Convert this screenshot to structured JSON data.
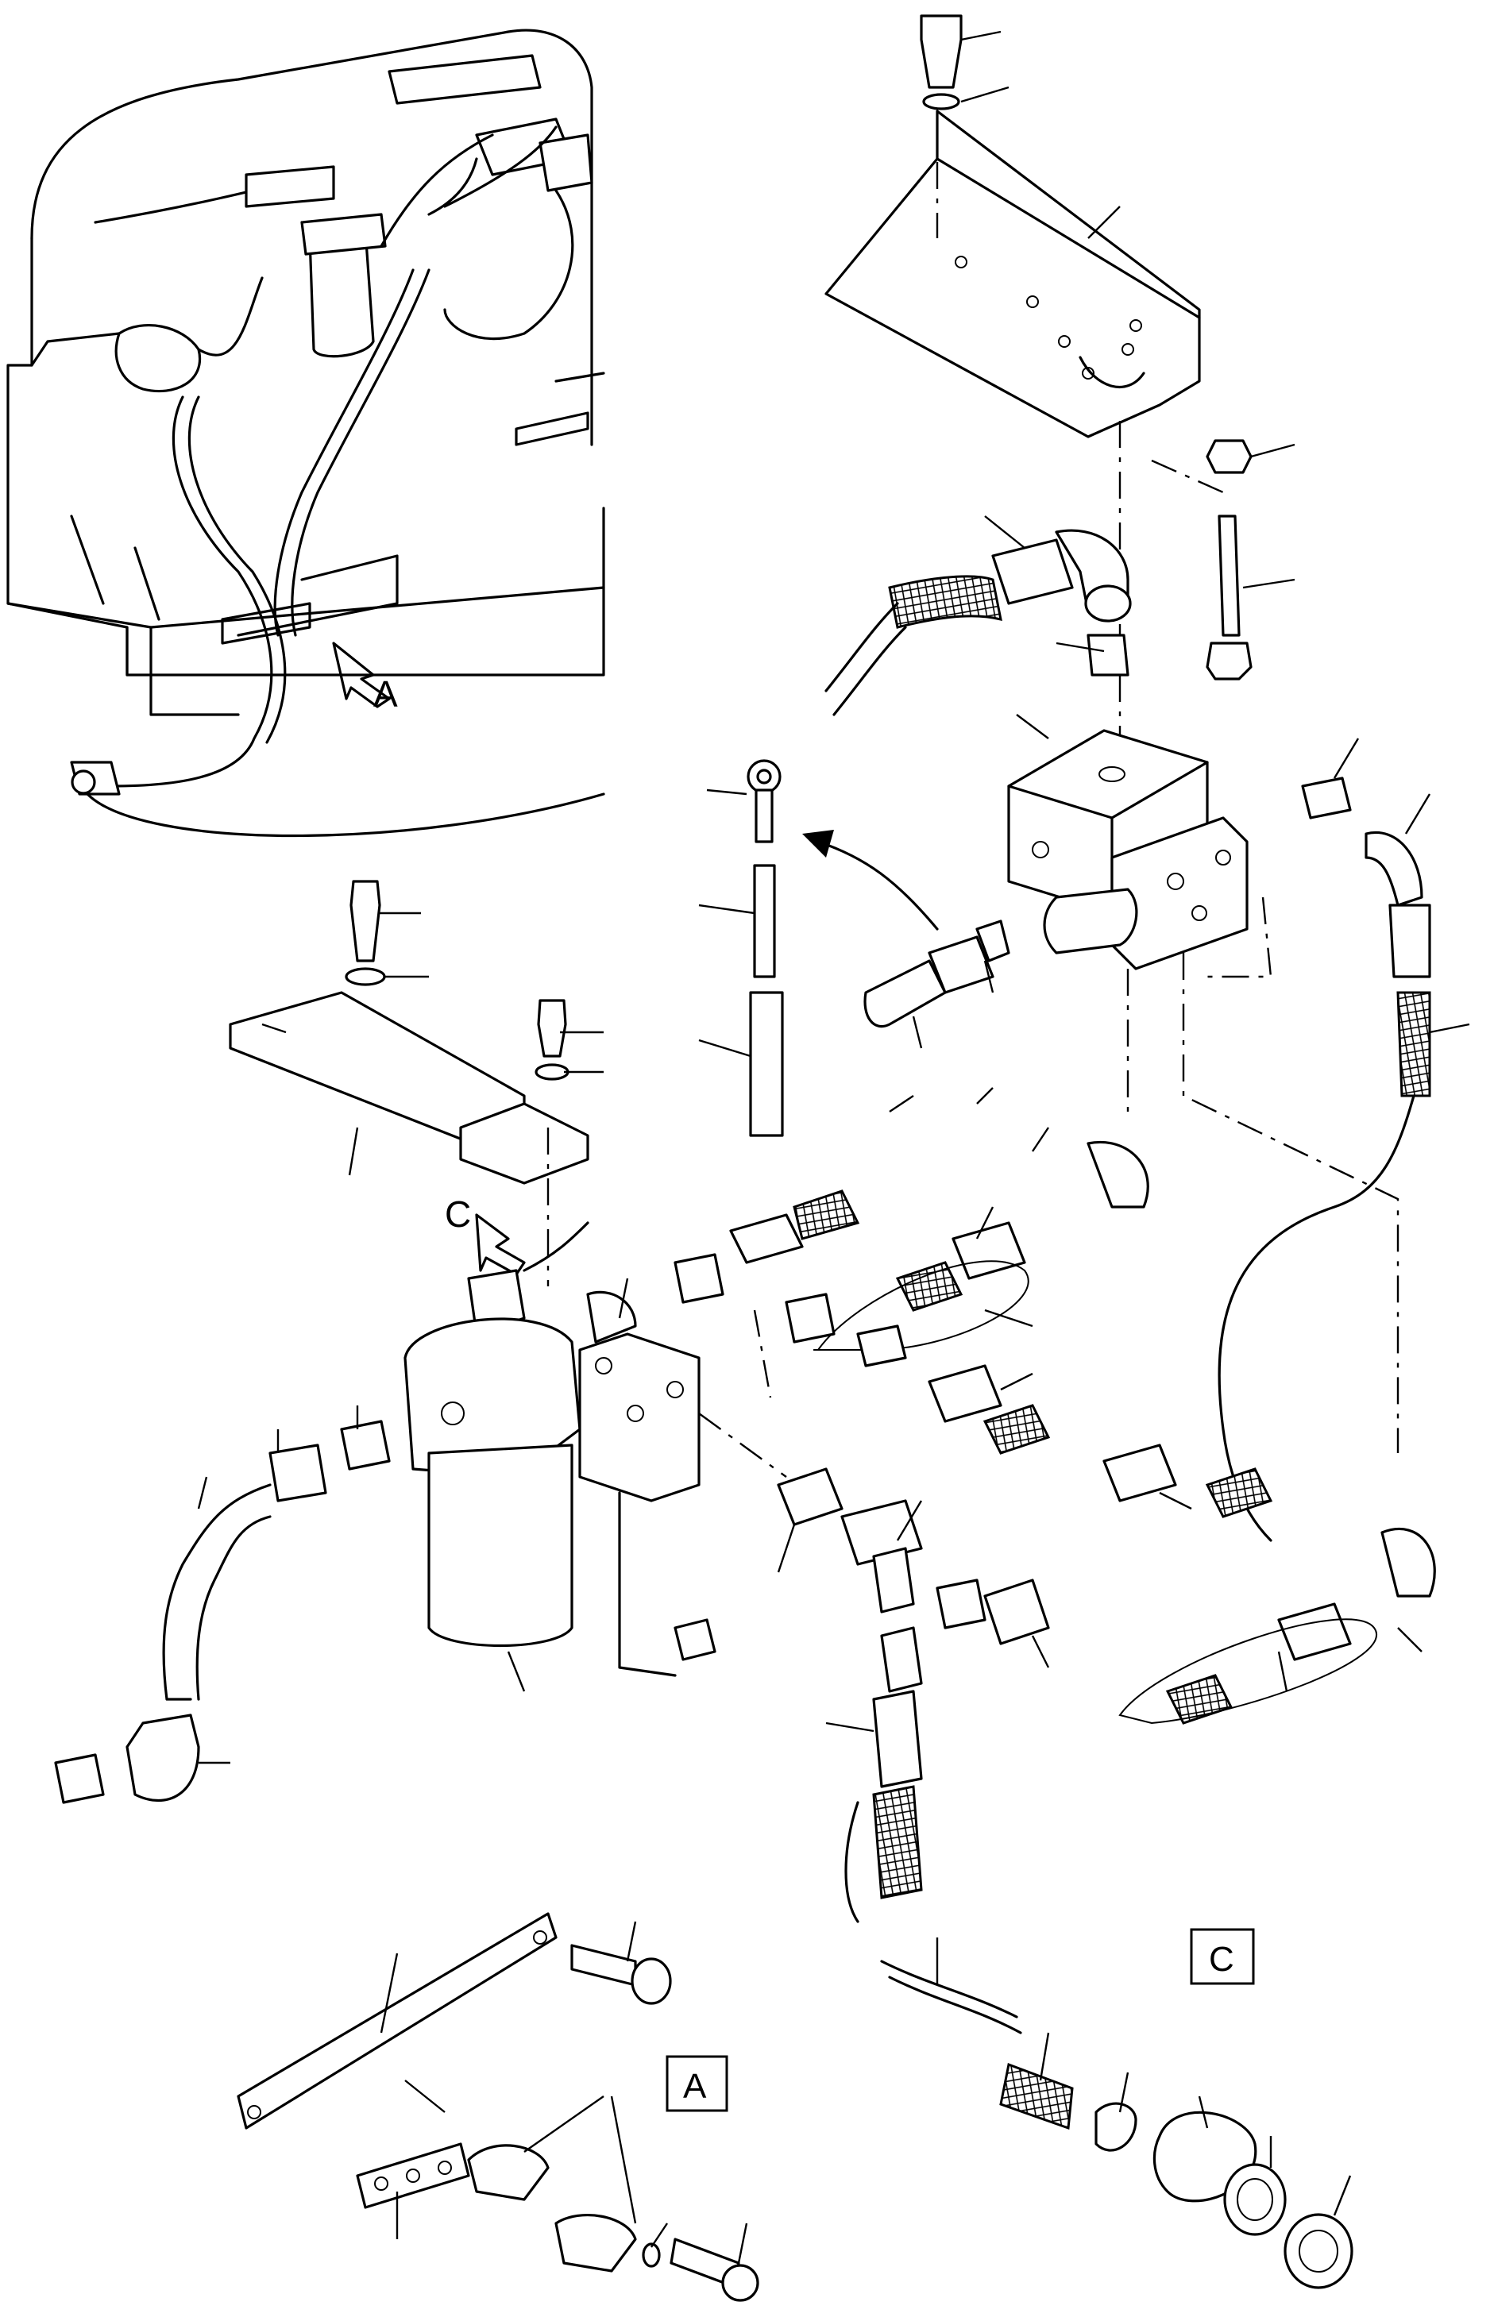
{
  "callouts": {
    "view_a_arrow": "A",
    "view_c_arrow": "C",
    "detail_a_box": "A",
    "detail_c_box": "C"
  }
}
